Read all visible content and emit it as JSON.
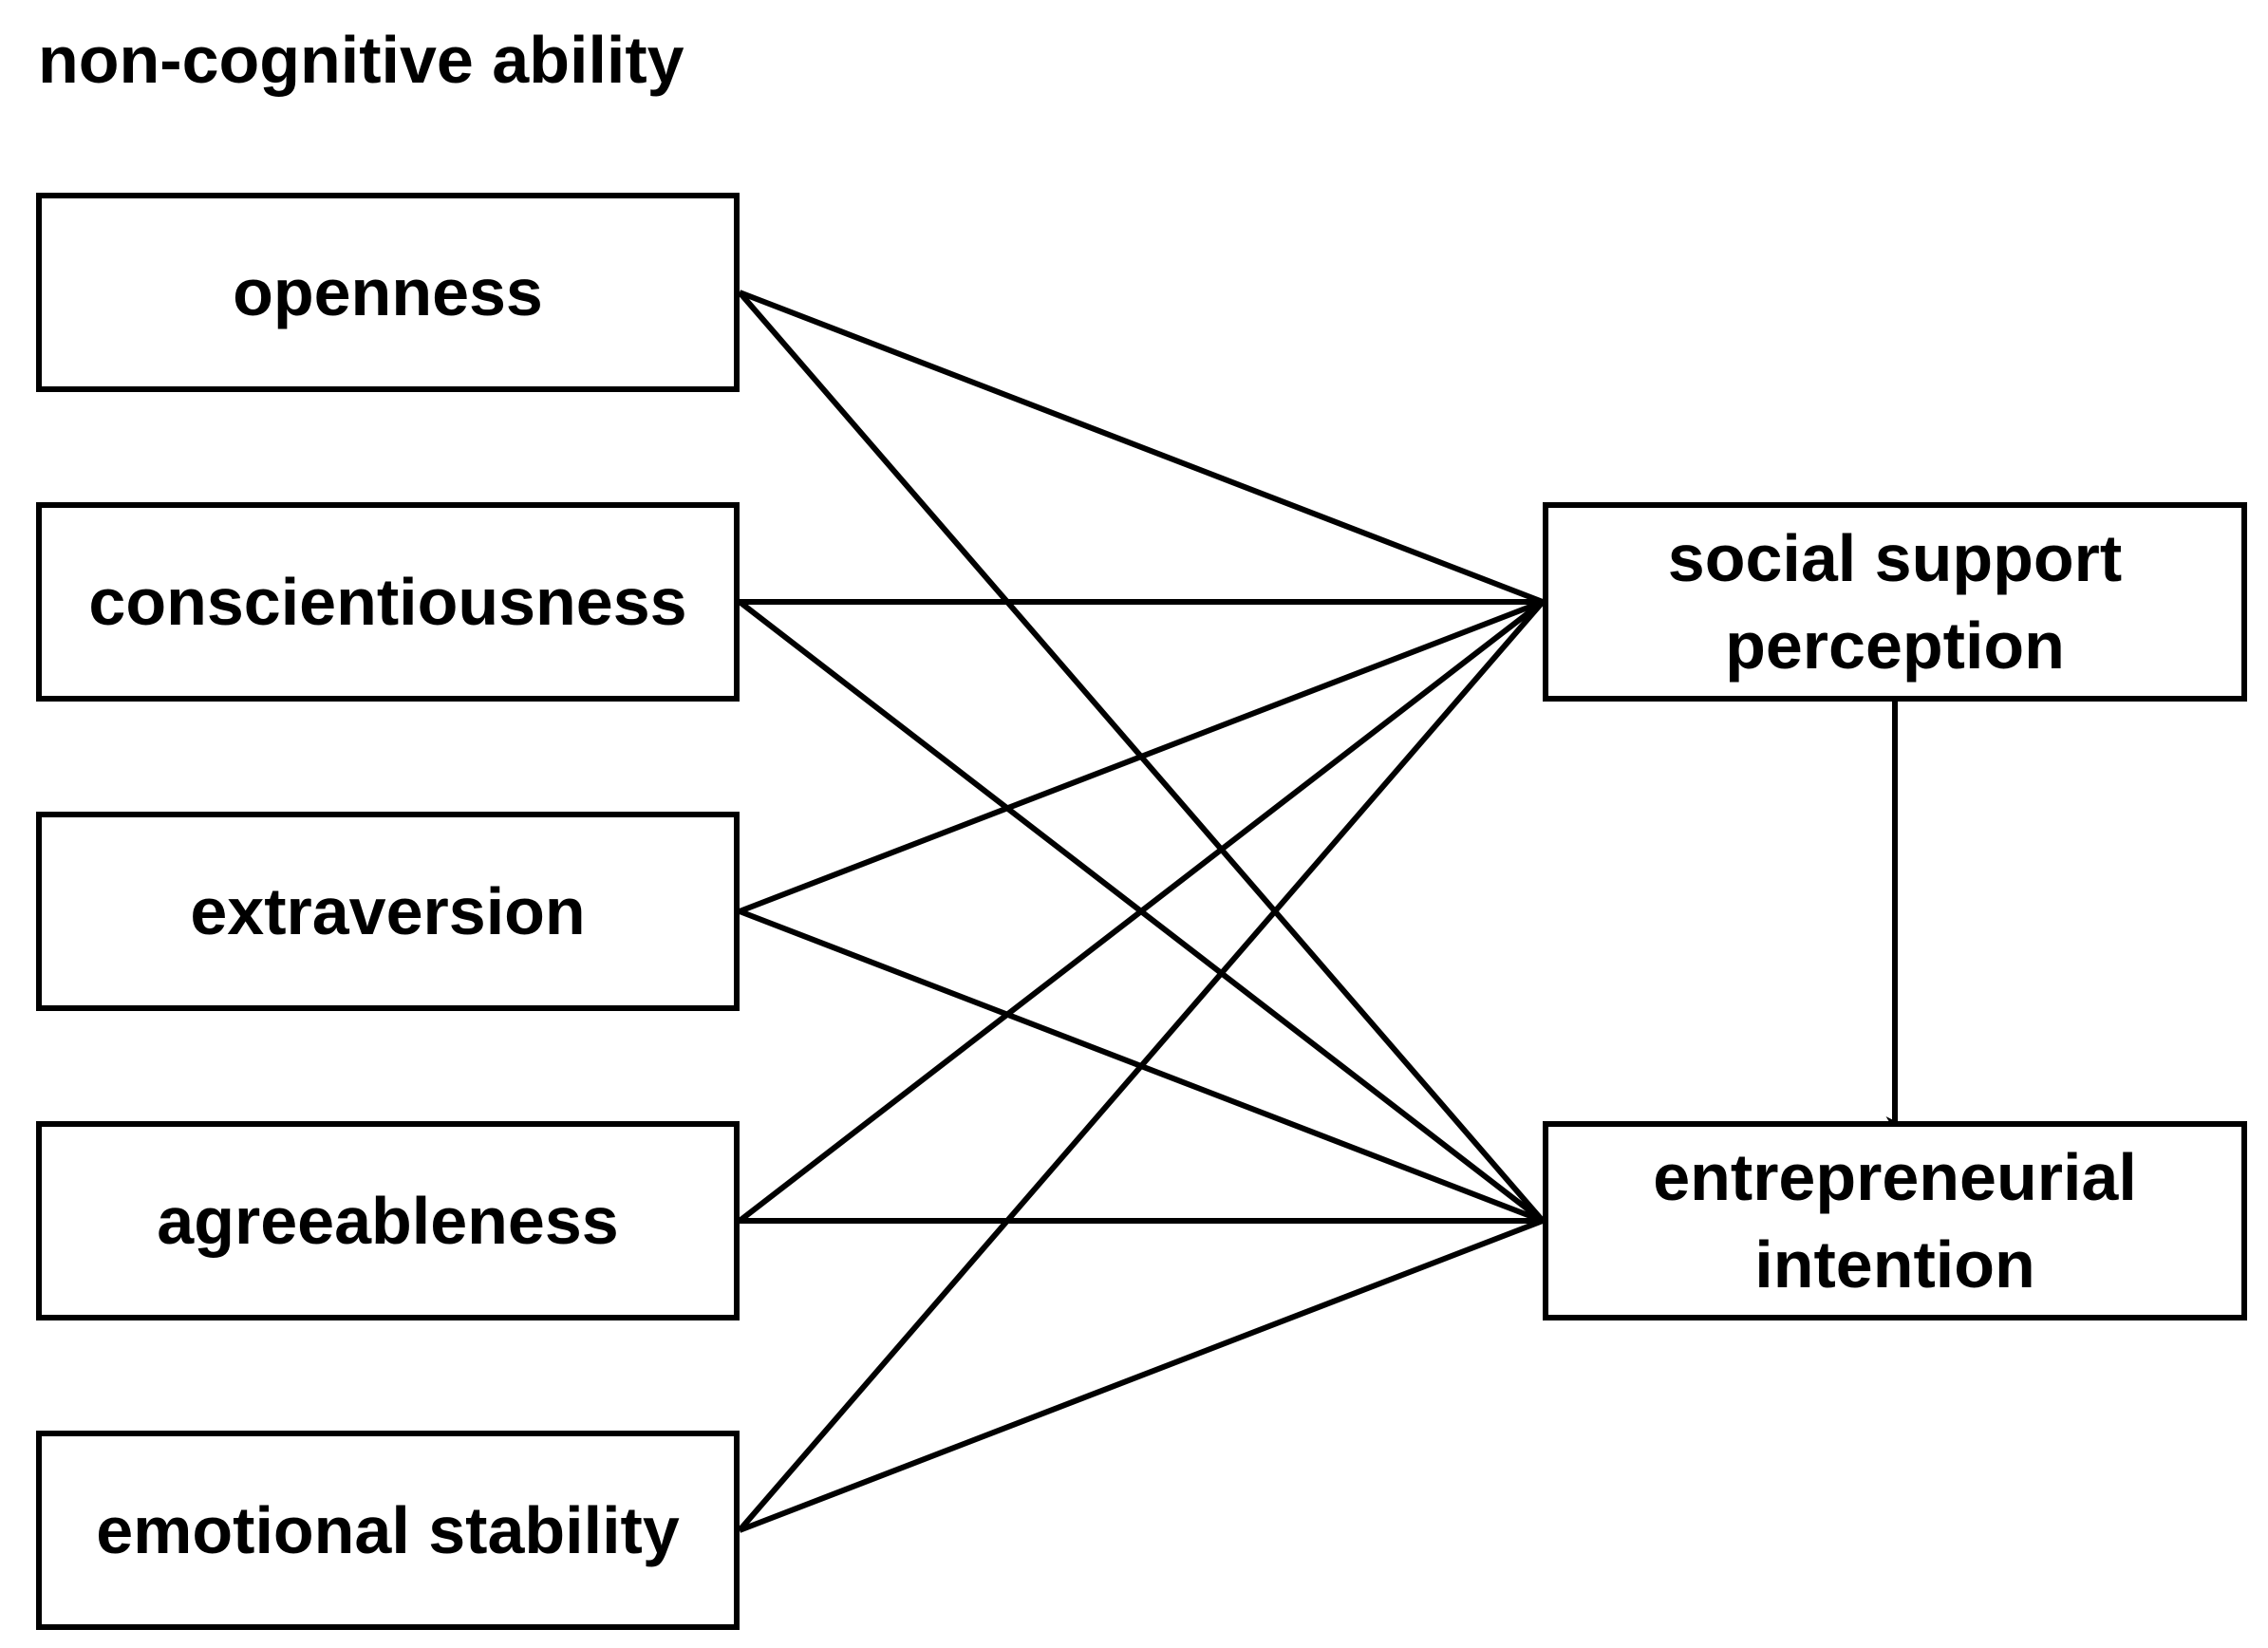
{
  "diagram": {
    "group_title": "non-cognitive ability",
    "predictors": [
      {
        "id": "openness",
        "label": "openness"
      },
      {
        "id": "conscientiousness",
        "label": "conscientiousness"
      },
      {
        "id": "extraversion",
        "label": "extraversion"
      },
      {
        "id": "agreeableness",
        "label": "agreeableness"
      },
      {
        "id": "emotional-stability",
        "label": "emotional stability"
      }
    ],
    "mediator": {
      "id": "social-support",
      "line1": "social support",
      "line2": "perception"
    },
    "outcome": {
      "id": "entrepreneurial-intention",
      "line1": "entrepreneurial",
      "line2": "intention"
    },
    "edges": [
      {
        "from": "openness",
        "to": "social-support"
      },
      {
        "from": "openness",
        "to": "entrepreneurial-intention"
      },
      {
        "from": "conscientiousness",
        "to": "social-support"
      },
      {
        "from": "conscientiousness",
        "to": "entrepreneurial-intention"
      },
      {
        "from": "extraversion",
        "to": "social-support"
      },
      {
        "from": "extraversion",
        "to": "entrepreneurial-intention"
      },
      {
        "from": "agreeableness",
        "to": "social-support"
      },
      {
        "from": "agreeableness",
        "to": "entrepreneurial-intention"
      },
      {
        "from": "emotional-stability",
        "to": "social-support"
      },
      {
        "from": "emotional-stability",
        "to": "entrepreneurial-intention"
      },
      {
        "from": "social-support",
        "to": "entrepreneurial-intention"
      }
    ]
  }
}
